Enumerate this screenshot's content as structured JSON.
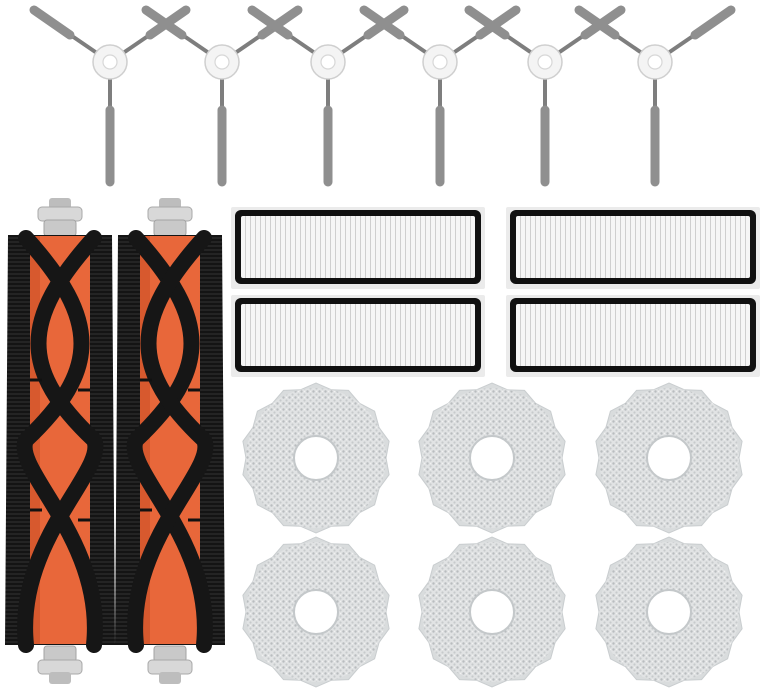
{
  "scene": {
    "subject": "robot-vacuum-accessory-kit",
    "counts": {
      "side_brushes": 6,
      "main_brushes": 2,
      "hepa_filters": 4,
      "mop_pads": 6
    },
    "colors": {
      "background": "#ffffff",
      "brush_core": "#e8673a",
      "brush_core_dark": "#c94f25",
      "bristle": "#161616",
      "side_brush_arm": "#8f8f8f",
      "side_brush_hub": "#f4f4f4",
      "filter_frame": "#111111",
      "filter_media": "#f2f2f2",
      "mop_fiber": "#d9dcdd",
      "end_cap": "#d8d8d8"
    }
  }
}
